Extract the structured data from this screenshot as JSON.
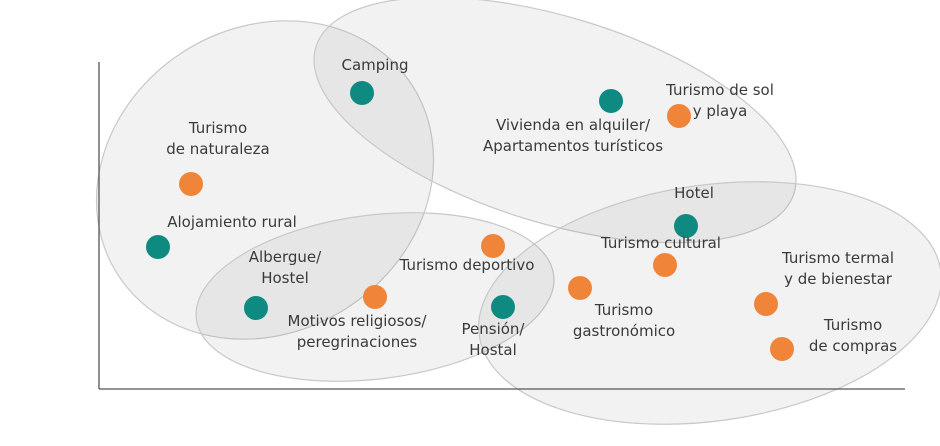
{
  "chart_data": {
    "type": "scatter",
    "title": "",
    "xlabel": "",
    "ylabel": "",
    "grid": false,
    "legend": "none",
    "colors": {
      "accommodation": "#0f8a80",
      "tourism": "#f0853a"
    },
    "points": [
      {
        "label": "Camping",
        "category": "accommodation"
      },
      {
        "label": "Vivienda en alquiler/ Apartamentos turísticos",
        "lines": [
          "Vivienda en alquiler/",
          "Apartamentos turísticos"
        ],
        "category": "accommodation"
      },
      {
        "label": "Turismo de sol y playa",
        "lines": [
          "Turismo de sol",
          "y playa"
        ],
        "category": "tourism"
      },
      {
        "label": "Turismo de naturaleza",
        "lines": [
          "Turismo",
          "de naturaleza"
        ],
        "category": "tourism"
      },
      {
        "label": "Alojamiento rural",
        "category": "accommodation"
      },
      {
        "label": "Hotel",
        "category": "accommodation"
      },
      {
        "label": "Turismo cultural",
        "category": "tourism"
      },
      {
        "label": "Turismo deportivo",
        "category": "tourism"
      },
      {
        "label": "Albergue/ Hostel",
        "lines": [
          "Albergue/",
          "Hostel"
        ],
        "category": "accommodation"
      },
      {
        "label": "Motivos religiosos/ peregrinaciones",
        "lines": [
          "Motivos religiosos/",
          "peregrinaciones"
        ],
        "category": "tourism"
      },
      {
        "label": "Pensión/ Hostal",
        "lines": [
          "Pensión/",
          "Hostal"
        ],
        "category": "accommodation"
      },
      {
        "label": "Turismo gastronómico",
        "lines": [
          "Turismo",
          "gastronómico"
        ],
        "category": "tourism"
      },
      {
        "label": "Turismo termal y de bienestar",
        "lines": [
          "Turismo termal",
          "y de bienestar"
        ],
        "category": "tourism"
      },
      {
        "label": "Turismo de compras",
        "lines": [
          "Turismo",
          "de compras"
        ],
        "category": "tourism"
      }
    ]
  }
}
